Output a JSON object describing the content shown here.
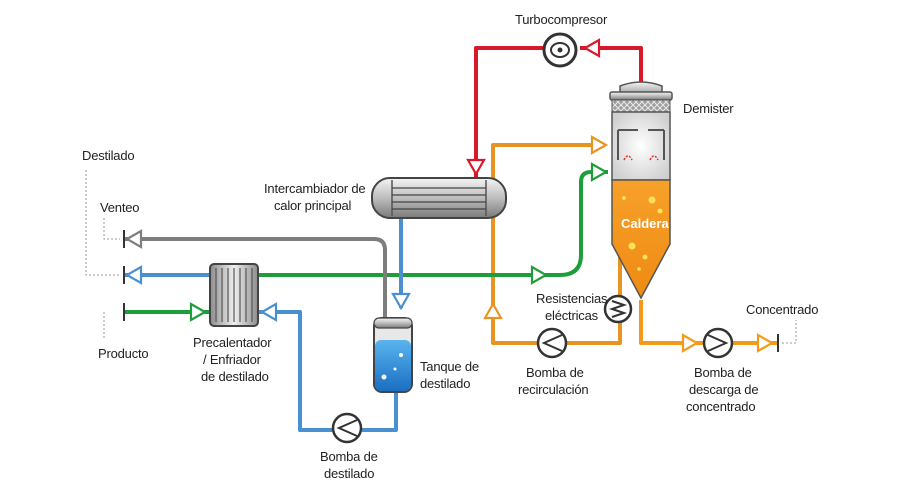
{
  "colors": {
    "steam": "#d7192a",
    "feed": "#e89422",
    "distillate": "#4a8fd0",
    "product": "#1e9e3a",
    "vent": "#7d7d7d",
    "concentrate": "#f39a1a"
  },
  "labels": {
    "turbocompresor": "Turbocompresor",
    "demister": "Demister",
    "caldera": "Caldera",
    "destilado": "Destilado",
    "venteo": "Venteo",
    "producto": "Producto",
    "intercambiador_1": "Intercambiador de",
    "intercambiador_2": "calor  principal",
    "precalentador_1": "Precalentador",
    "precalentador_2": "/ Enfriador",
    "precalentador_3": "de destilado",
    "tanque_1": "Tanque de",
    "tanque_2": "destilado",
    "bomba_destilado_1": "Bomba de",
    "bomba_destilado_2": "destilado",
    "resistencias_1": "Resistencias",
    "resistencias_2": "eléctricas",
    "bomba_recirc_1": "Bomba de",
    "bomba_recirc_2": "recirculación",
    "bomba_descarga_1": "Bomba de",
    "bomba_descarga_2": "descarga de",
    "bomba_descarga_3": "concentrado",
    "concentrado": "Concentrado"
  }
}
